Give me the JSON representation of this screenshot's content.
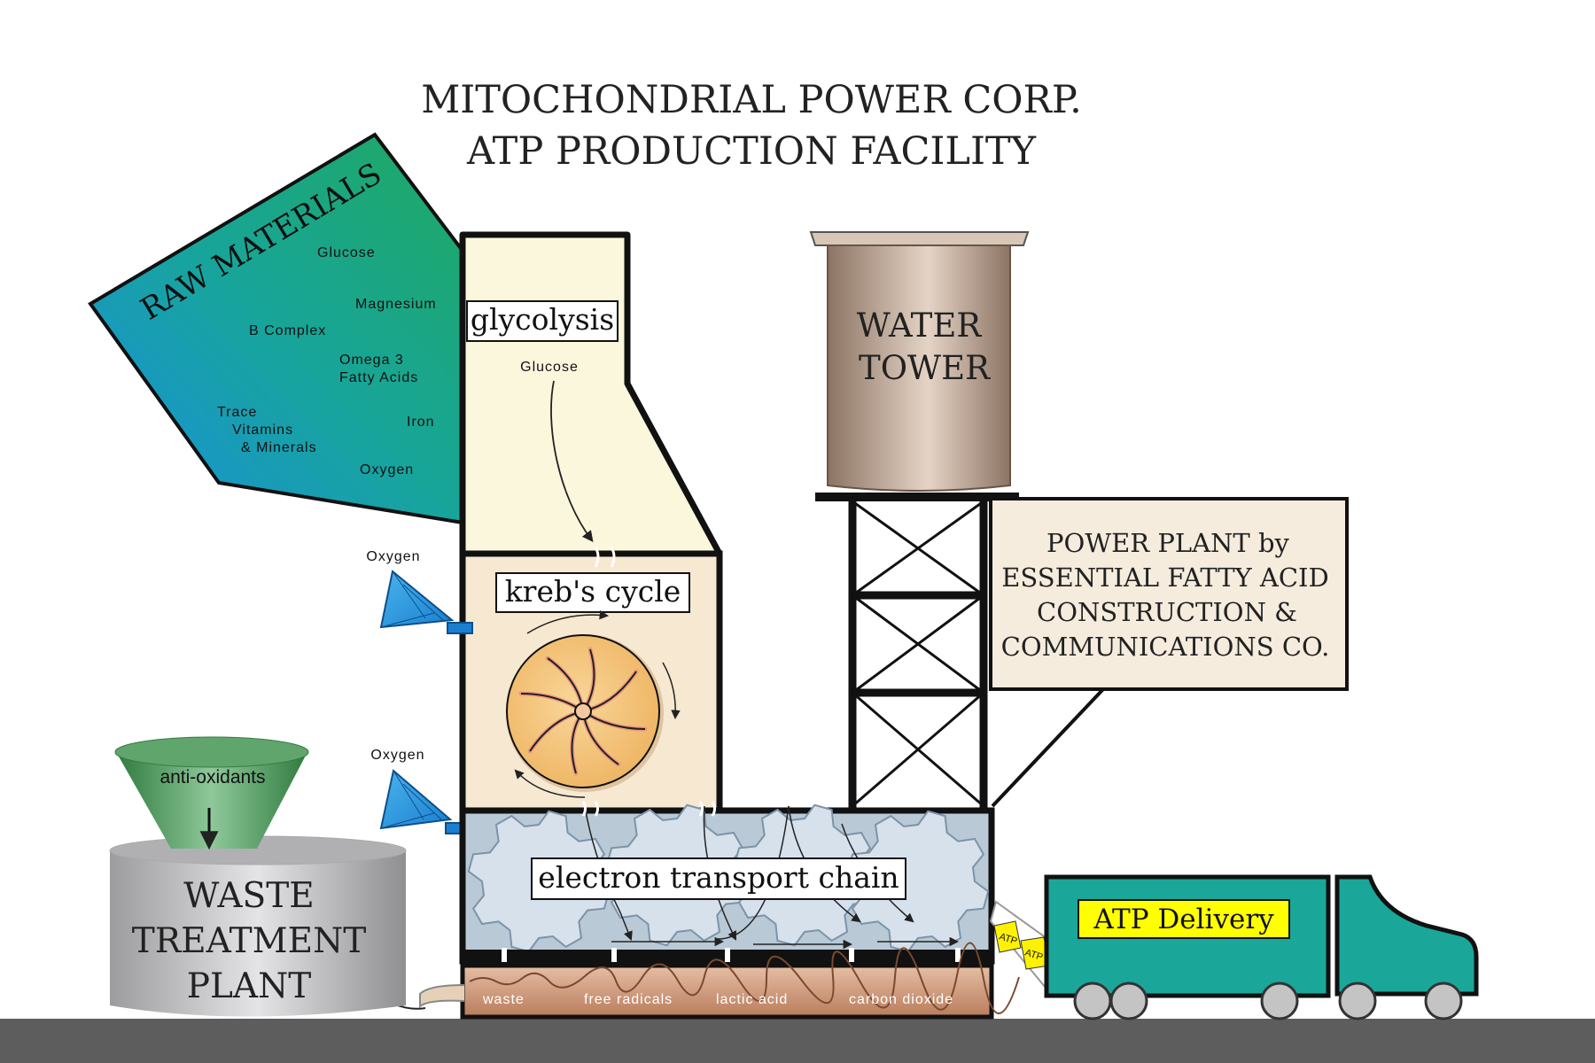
{
  "title": {
    "line1": "MITOCHONDRIAL POWER CORP.",
    "line2": "ATP PRODUCTION FACILITY"
  },
  "raw_materials": {
    "heading": "RAW MATERIALS",
    "items": [
      "Glucose",
      "Magnesium",
      "B Complex",
      "Omega 3",
      "Fatty Acids",
      "Trace",
      "Vitamins",
      "& Minerals",
      "Iron",
      "Oxygen"
    ]
  },
  "glycolysis": {
    "label": "glycolysis",
    "input": "Glucose"
  },
  "krebs": {
    "label": "kreb's cycle"
  },
  "oxygen_inlets": [
    "Oxygen",
    "Oxygen"
  ],
  "etc": {
    "label": "electron transport chain"
  },
  "waste_outputs": [
    "waste",
    "free radicals",
    "lactic acid",
    "carbon dioxide"
  ],
  "water_tower": {
    "line1": "WATER",
    "line2": "TOWER"
  },
  "sign": {
    "lines": [
      "POWER PLANT by",
      "ESSENTIAL FATTY ACID",
      "CONSTRUCTION &",
      "COMMUNICATIONS CO."
    ]
  },
  "waste_plant": {
    "hopper": "anti-oxidants",
    "lines": [
      "WASTE",
      "TREATMENT",
      "PLANT"
    ]
  },
  "truck": {
    "label": "ATP Delivery",
    "packets": [
      "ATP",
      "ATP"
    ]
  },
  "colors": {
    "glycolysis_fill": "#fbf7dd",
    "krebs_fill": "#f7e8d2",
    "etc_fill": "#b9c9d6",
    "gear_fill": "#d6e1ec",
    "wheel_fill": "#f3c376",
    "tower_fill": "#b79c89",
    "sign_fill": "#f6ecde",
    "truck_fill": "#1aa79a",
    "truck_label_bg": "#ffff00",
    "hopper_fill": "#49945a",
    "tank_fill": "#c2c2c4",
    "ground": "#5d5d5e"
  }
}
